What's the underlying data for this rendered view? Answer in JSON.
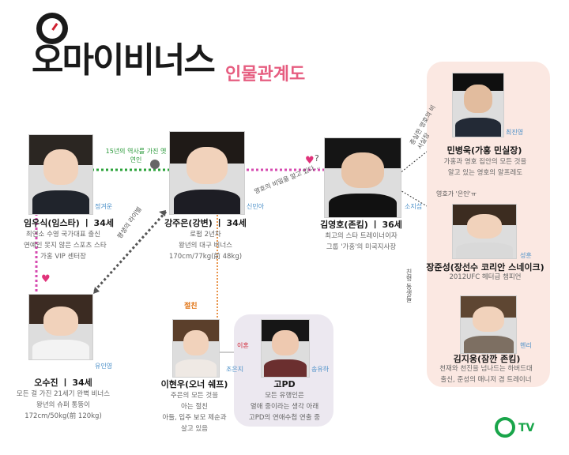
{
  "title": {
    "main": "오마이비너스",
    "sub": "인물관계도"
  },
  "characters": {
    "im": {
      "name": "임우식(임스타) ㅣ 34세",
      "actor": "정겨운",
      "desc": [
        "최연소 수영 국가대표 출신",
        "연예인 못지 않은 스포츠 스타",
        "가홍 VIP 센터장"
      ]
    },
    "kang": {
      "name": "강주은(강변) ㅣ 34세",
      "actor": "신민아",
      "desc": [
        "로펌 2년차",
        "왕년의 대구 비너스",
        "170cm/77kg(前 48kg)"
      ]
    },
    "kim": {
      "name": "김영호(존킴) ㅣ 36세",
      "actor": "소지섭",
      "desc": [
        "최고의 스타 트레이너이자",
        "그룹 '가홍'의 미국지사장"
      ]
    },
    "oh": {
      "name": "오수진 ㅣ 34세",
      "actor": "유인영",
      "desc": [
        "모든 걸 가진 21세기 완벽 비너스",
        "왕년의 슈퍼 통뚱이",
        "172cm/50kg(前 120kg)"
      ]
    },
    "lee": {
      "name": "이현우(오너 쉐프)",
      "actor": "조은지",
      "desc": [
        "주은의 모든 것을",
        "아는 절친",
        "아들, 입주 보모 제순과",
        "살고 있음"
      ]
    },
    "go": {
      "name": "고PD",
      "actor": "송유하",
      "desc": [
        "모든 유행인은",
        "열애 중이라는 생각 아래",
        "고PD의 연애수첩 연출 중"
      ]
    },
    "min": {
      "name": "민병욱(가홍 민실장)",
      "actor": "최진영",
      "desc": [
        "가홍과 영호 집안의 모든 것을",
        "알고 있는 영호의 알프레도"
      ]
    },
    "jang": {
      "name": "장준성(장선수 코리안 스네이크)",
      "actor": "성훈",
      "desc": [
        "2012UFC 헤터급 챔피언"
      ]
    },
    "jiwoong": {
      "name": "김지웅(잠깐 존킴)",
      "actor": "헨리",
      "desc": [
        "천재와 천진을 넘나드는 하버드대",
        "출신, 준성의 매니저 겸 트레이너"
      ]
    }
  },
  "relations": {
    "rival": "15년의 역사를 가진 옛 연인",
    "secret": "영호의 비밀을 알고 있다...",
    "heart_q": "?",
    "friend": "절친",
    "divorce": "이혼",
    "lifelong_rival": "평생의 라이벌",
    "butler": "충실한 영호의 비서실장",
    "worship": "영호가 '은인'ㅠ",
    "loyal": "친형 동생들"
  },
  "logo": {
    "text": "TV"
  },
  "colors": {
    "green": "#2b9a3b",
    "pink": "#d8508e",
    "orange": "#e0700e",
    "gray": "#555555"
  }
}
